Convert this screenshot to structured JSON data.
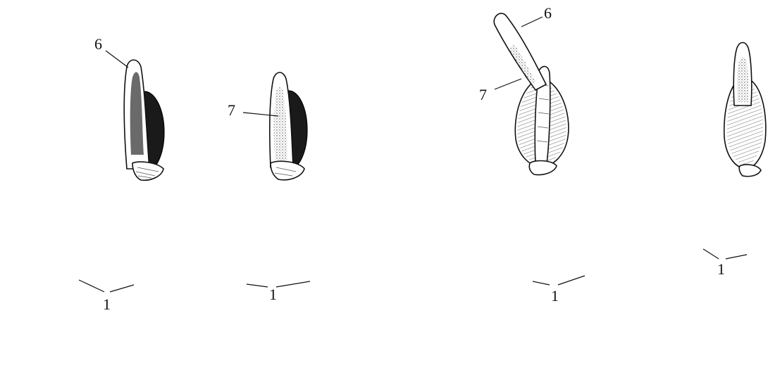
{
  "figure": {
    "panels": [
      {
        "id": "a",
        "labels": {
          "top": "6",
          "roots": "1"
        }
      },
      {
        "id": "b",
        "labels": {
          "middle": "7",
          "roots": "1"
        }
      },
      {
        "id": "c",
        "labels": {
          "top": "6",
          "middle": "7",
          "roots": "1"
        }
      },
      {
        "id": "d",
        "labels": {
          "roots": "1"
        }
      }
    ]
  }
}
